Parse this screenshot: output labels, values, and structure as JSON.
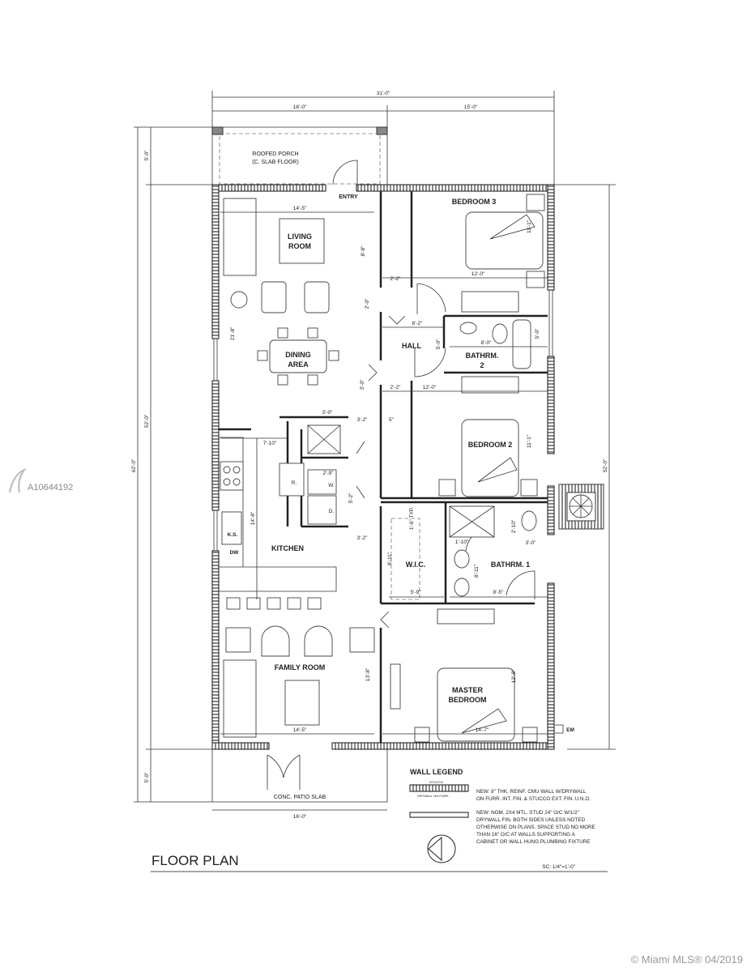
{
  "title": "FLOOR PLAN",
  "scale": "SC: 1/4\"=1'-0\"",
  "rooms": {
    "porch": [
      "ROOFED PORCH",
      "(C. SLAB FLOOR)"
    ],
    "entry": "ENTRY",
    "living": [
      "LIVING",
      "ROOM"
    ],
    "dining": [
      "DINING",
      "AREA"
    ],
    "hall": "HALL",
    "kitchen": "KITCHEN",
    "family": "FAMILY ROOM",
    "patio": "CONC. PATIO SLAB",
    "bedroom3": "BEDROOM 3",
    "bath2": [
      "BATHRM.",
      "2"
    ],
    "bedroom2": "BEDROOM 2",
    "wic": "W.I.C.",
    "bath1": "BATHRM. 1",
    "master": [
      "MASTER",
      "BEDROOM"
    ]
  },
  "fixtures": {
    "refrigerator": "R.",
    "washer": "W.",
    "dryer": "D.",
    "sink": "K.S.",
    "dishwasher": "DW",
    "meter": "EM"
  },
  "dimensions": {
    "overall_width": "31'-0\"",
    "porch_width": "16'-0\"",
    "right_width": "15'-0\"",
    "overall_depth": "62'-0\"",
    "house_depth": "52'-0\"",
    "porch_depth": "5'-0\"",
    "patio_depth": "5'-0\"",
    "right_depth": "52'-0\"",
    "patio_width": "16'-0\"",
    "living_width": "14'-5\"",
    "living_depth": "8'-8\"",
    "dining_depth": "21'-8\"",
    "closet_a": "2'-0\"",
    "closet_b": "2'-2\"",
    "closet_c": "2'-2\"",
    "closet_d": "3'-0\"",
    "bed3_width": "12'-0\"",
    "bed3_depth": "11'-1\"",
    "hall_width": "6'-2\"",
    "hall_depth": "5'-0\"",
    "bath2_width": "8'-0\"",
    "bath2_tub": "5'-0\"",
    "bed2_width": "12'-0\"",
    "bed2_depth": "11'-1\"",
    "bed2_closet": "5\"",
    "pantry": "3'-0\"",
    "pantry_off": "3'-2\"",
    "kitchen_width": "7'-10\"",
    "laundry_w": "2'-9\"",
    "laundry_d": "5'-2\"",
    "laundry_off": "3'-2\"",
    "kitchen_depth": "14'-8\"",
    "wic_typ": "1'-6\" TYP.",
    "wic_depth": "8'-11\"",
    "wic_width": "5'-9\"",
    "bath1_a": "1'-10\"",
    "bath1_b": "2'-10\"",
    "bath1_c": "3'-0\"",
    "bath1_depth": "8'-11\"",
    "bath1_width": "8'-5\"",
    "family_depth": "13'-8\"",
    "family_width": "14'-5\"",
    "master_depth": "12'-8\"",
    "master_width": "14'-7\""
  },
  "legend": {
    "title": "WALL LEGEND",
    "stucco": "STUCCO",
    "drywall": "DRYWALL ON FURR.",
    "cmu_note": [
      "NEW: 8\" THK. REINF. CMU WALL W/DRYWALL",
      "ON FURR. INT. FIN. & STUCCO EXT. FIN. U.N.O."
    ],
    "stud_note": [
      "NEW: NOM. 2X4 MTL. STUD 24\" O/C W/1/2\"",
      "DRYWALL FIN. BOTH SIDES UNLESS NOTED",
      "OTHERWISE ON PLANS.  SPACE STUD NO MORE",
      "THAN 16\" O/C AT WALLS SUPPORTING A",
      "CABINET OR WALL HUNG PLUMBING FIXTURE"
    ]
  },
  "watermark": "A10644192",
  "footer": "© Miami MLS® 04/2019"
}
